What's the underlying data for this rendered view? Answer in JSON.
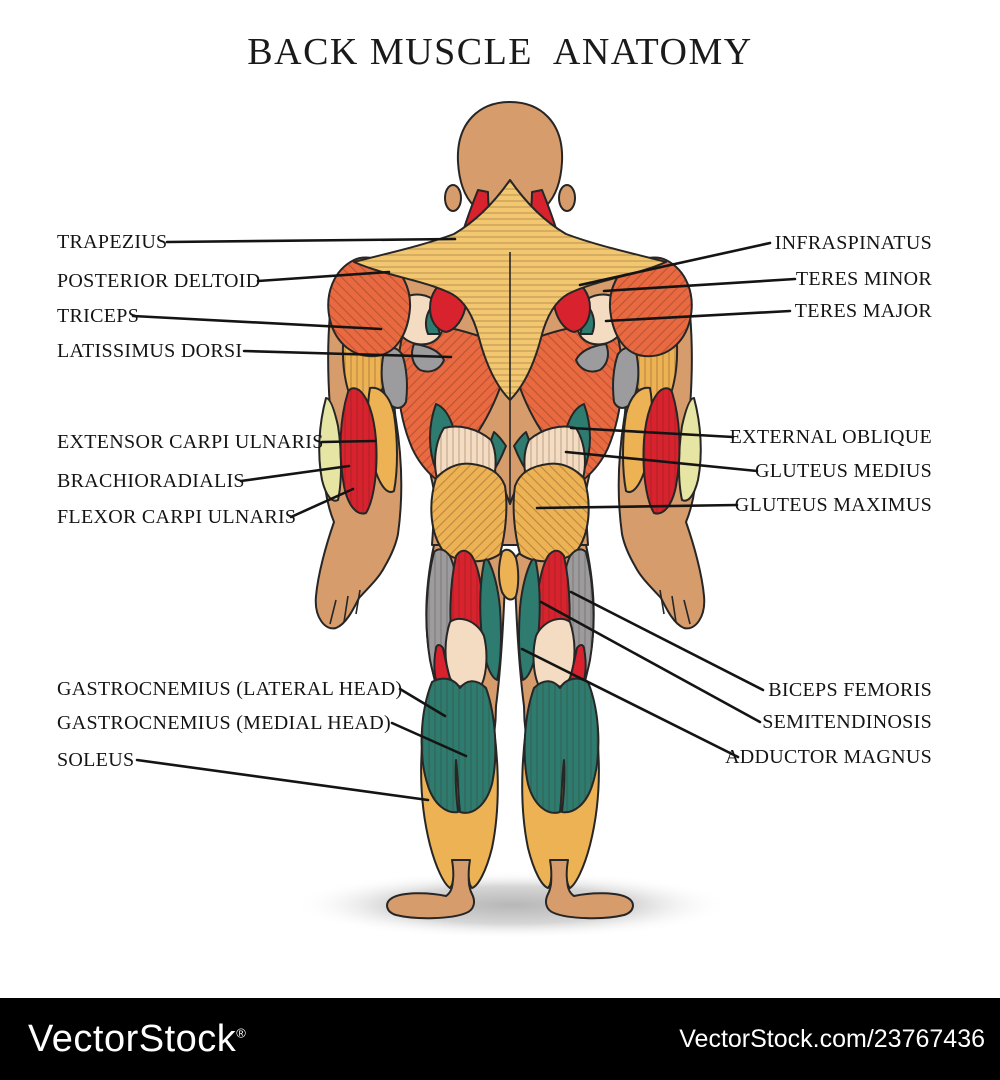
{
  "title": "BACK MUSCLE  ANATOMY",
  "figure_alt": "Back view of human muscular anatomy",
  "labels": {
    "left": [
      "TRAPEZIUS",
      "POSTERIOR DELTOID",
      "TRICEPS",
      "LATISSIMUS DORSI",
      "EXTENSOR CARPI ULNARIS",
      "BRACHIORADIALIS",
      "FLEXOR CARPI ULNARIS",
      "GASTROCNEMIUS (LATERAL HEAD)",
      "GASTROCNEMIUS (MEDIAL HEAD)",
      "SOLEUS"
    ],
    "right": [
      "INFRASPINATUS",
      "TERES MINOR",
      "TERES MAJOR",
      "EXTERNAL OBLIQUE",
      "GLUTEUS MEDIUS",
      "GLUTEUS MAXIMUS",
      "BICEPS FEMORIS",
      "SEMITENDINOSIS",
      "ADDUCTOR MAGNUS"
    ]
  },
  "watermark": {
    "brand": "VectorStock",
    "registered": "®",
    "credit": "VectorStock.com/23767436"
  },
  "palette": {
    "skin": "#D79C6C",
    "outline": "#262626",
    "trapezius": "#F2C76F",
    "orange": "#E96941",
    "red": "#D8232F",
    "teal": "#2E7B70",
    "cream": "#F4DCC2",
    "gray": "#9C9C9E",
    "gold": "#ECB254",
    "palegreen": "#E6E5A3",
    "label": "#141414",
    "watermarkBg": "#000000",
    "watermarkText": "#FFFFFF"
  }
}
